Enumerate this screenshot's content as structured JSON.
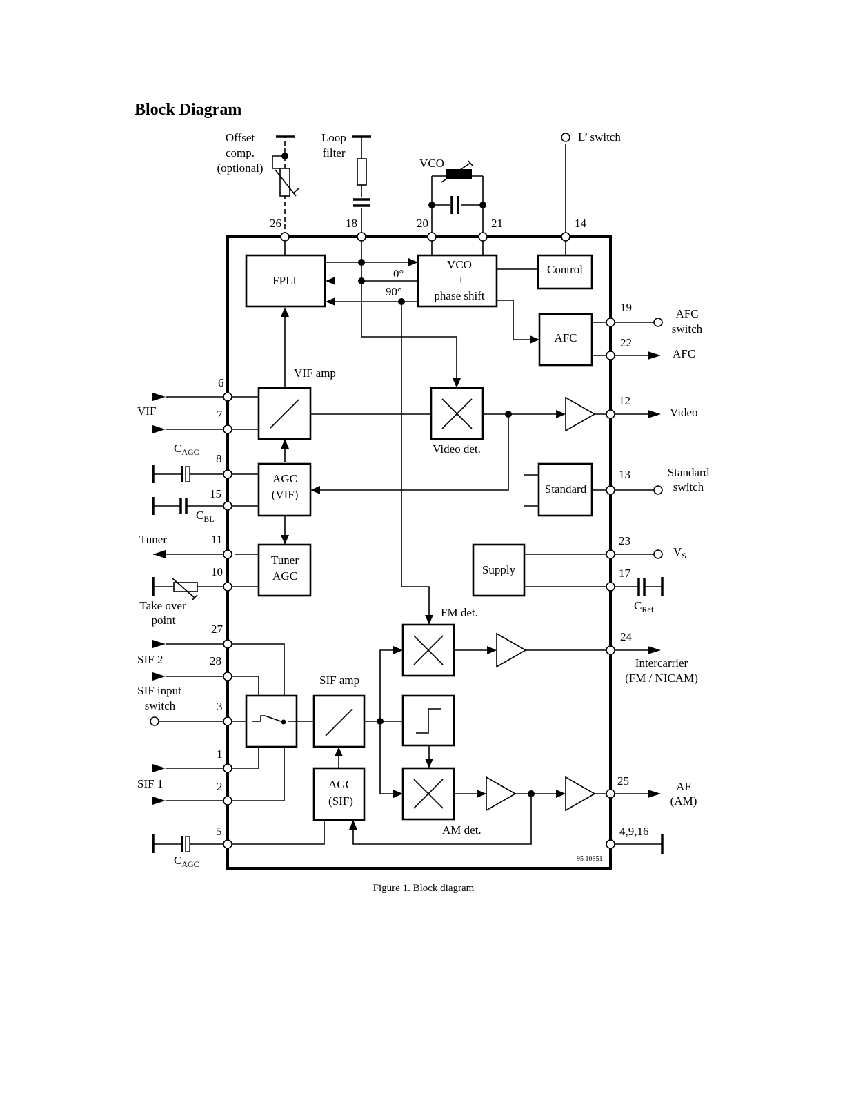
{
  "title": "Block Diagram",
  "caption": "Figure 1.  Block diagram",
  "drawing_number": "95 10851",
  "blocks": {
    "fpll": "FPLL",
    "vco_l1": "VCO",
    "vco_l2": "+",
    "vco_l3": "phase shift",
    "control": "Control",
    "afc": "AFC",
    "standard": "Standard",
    "supply": "Supply",
    "agc_vif_l1": "AGC",
    "agc_vif_l2": "(VIF)",
    "tuner_agc_l1": "Tuner",
    "tuner_agc_l2": "AGC",
    "agc_sif_l1": "AGC",
    "agc_sif_l2": "(SIF)"
  },
  "labels": {
    "offset_l1": "Offset",
    "offset_l2": "comp.",
    "offset_l3": "(optional)",
    "loop_l1": "Loop",
    "loop_l2": "filter",
    "vco_ext": "VCO",
    "l_switch": "L’ switch",
    "deg0": "0°",
    "deg90": "90°",
    "vif_amp": "VIF amp",
    "video_det": "Video det.",
    "fm_det": "FM det.",
    "sif_amp": "SIF amp",
    "am_det": "AM det.",
    "vif": "VIF",
    "cagc_top_main": "C",
    "cagc_top_sub": "AGC",
    "cbl_main": "C",
    "cbl_sub": "BL",
    "tuner": "Tuner",
    "takeover_l1": "Take over",
    "takeover_l2": "point",
    "sif2": "SIF 2",
    "sif_input_l1": "SIF input",
    "sif_input_l2": "switch",
    "sif1": "SIF 1",
    "cagc_bot_main": "C",
    "cagc_bot_sub": "AGC",
    "afc_switch_l1": "AFC",
    "afc_switch_l2": "switch",
    "afc_out": "AFC",
    "video_out": "Video",
    "standard_switch_l1": "Standard",
    "standard_switch_l2": "switch",
    "vs_main": "V",
    "vs_sub": "S",
    "cref_main": "C",
    "cref_sub": "Ref",
    "intercarrier_l1": "Intercarrier",
    "intercarrier_l2": "(FM / NICAM)",
    "af_l1": "AF",
    "af_l2": "(AM)"
  },
  "pins": {
    "p26": "26",
    "p18": "18",
    "p20": "20",
    "p21": "21",
    "p14": "14",
    "p19": "19",
    "p22": "22",
    "p6": "6",
    "p7": "7",
    "p12": "12",
    "p8": "8",
    "p15": "15",
    "p13": "13",
    "p11": "11",
    "p23": "23",
    "p10": "10",
    "p17": "17",
    "p27": "27",
    "p24": "24",
    "p28": "28",
    "p3": "3",
    "p1": "1",
    "p2": "2",
    "p25": "25",
    "p5": "5",
    "p4_9_16": "4,9,16"
  }
}
